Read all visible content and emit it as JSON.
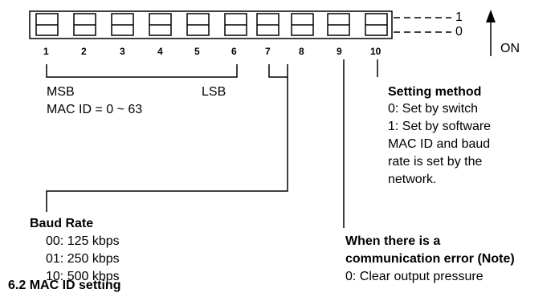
{
  "switch_numbers": [
    "1",
    "2",
    "3",
    "4",
    "5",
    "6",
    "7",
    "8",
    "9",
    "10"
  ],
  "level_high": "1",
  "level_low": "0",
  "on_label": "ON",
  "mac_group": {
    "msb": "MSB",
    "lsb": "LSB",
    "range": "MAC ID = 0 ~ 63"
  },
  "setting_method": {
    "title": "Setting method",
    "lines": [
      "0: Set by switch",
      "1: Set by software",
      "MAC ID and baud",
      "rate is set by the",
      "network."
    ]
  },
  "baud_rate": {
    "title": "Baud Rate",
    "lines": [
      "00: 125 kbps",
      "01: 250 kbps",
      "10: 500 kbps"
    ]
  },
  "comm_error": {
    "title_line1": "When there is a",
    "title_line2": "communication  error (Note)",
    "line1": "0: Clear output pressure"
  },
  "section_heading": "6.2  MAC ID setting",
  "colors": {
    "ink": "#000000",
    "background": "#ffffff"
  }
}
